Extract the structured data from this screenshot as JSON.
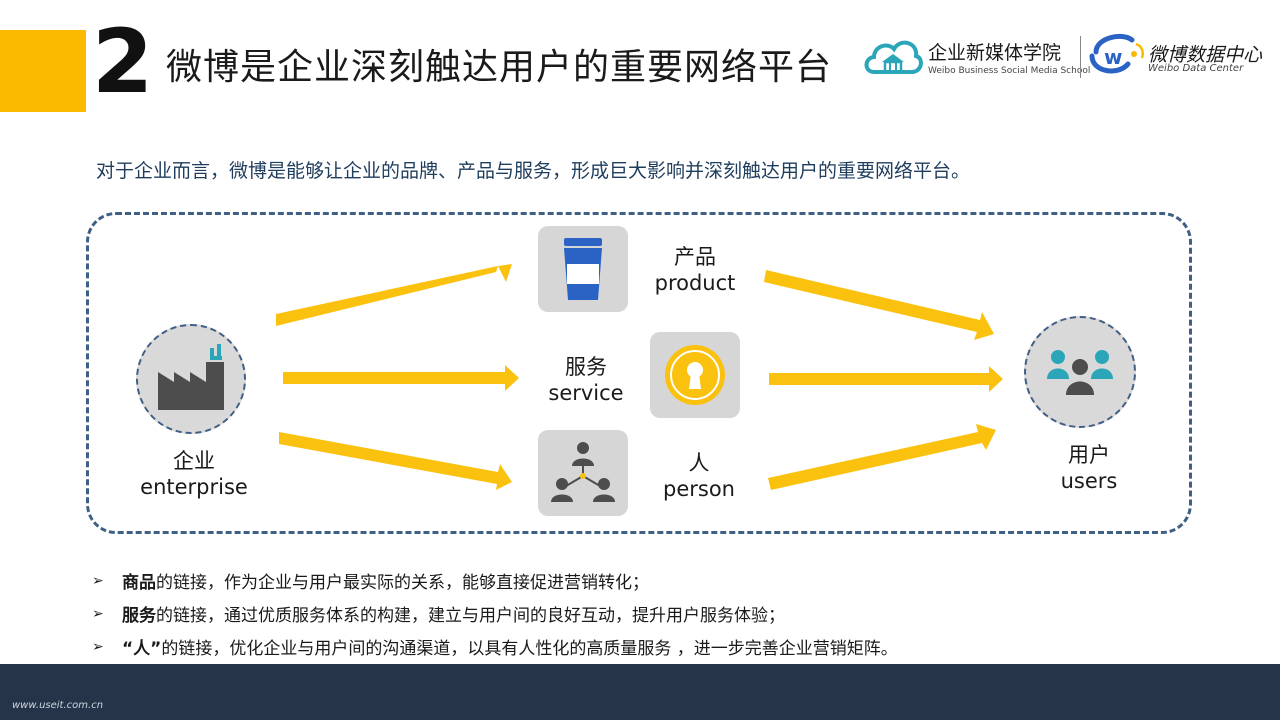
{
  "header": {
    "number": "2",
    "title": "微博是企业深刻触达用户的重要网络平台"
  },
  "logos": {
    "school": {
      "name": "企业新媒体学院",
      "subtitle": "Weibo Business Social Media School"
    },
    "data_center": {
      "name": "微博数据中心",
      "subtitle": "Weibo Data Center"
    }
  },
  "intro": "对于企业而言，微博是能够让企业的品牌、产品与服务，形成巨大影响并深刻触达用户的重要网络平台。",
  "diagram": {
    "enterprise": {
      "cn": "企业",
      "en": "enterprise"
    },
    "product": {
      "cn": "产品",
      "en": "product"
    },
    "service": {
      "cn": "服务",
      "en": "service"
    },
    "person": {
      "cn": "人",
      "en": "person"
    },
    "users": {
      "cn": "用户",
      "en": "users"
    }
  },
  "bullets": [
    {
      "bold": "商品",
      "rest": "的链接，作为企业与用户最实际的关系，能够直接促进营销转化；"
    },
    {
      "bold": "服务",
      "rest": "的链接，通过优质服务体系的构建，建立与用户间的良好互动，提升用户服务体验；"
    },
    {
      "bold": "“人”",
      "rest": "的链接，优化企业与用户间的沟通渠道，以具有人性化的高质量服务  ，进一步完善企业营销矩阵。"
    }
  ],
  "bullet_marker": "➢",
  "footer": {
    "url": "www.useit.com.cn"
  },
  "colors": {
    "accent_yellow": "#fbb900",
    "navy": "#26344a",
    "dash_blue": "#3f5f84",
    "icon_gray": "#4d4d4d",
    "icon_teal": "#2aa6b8",
    "icon_blue": "#2b63c5"
  }
}
